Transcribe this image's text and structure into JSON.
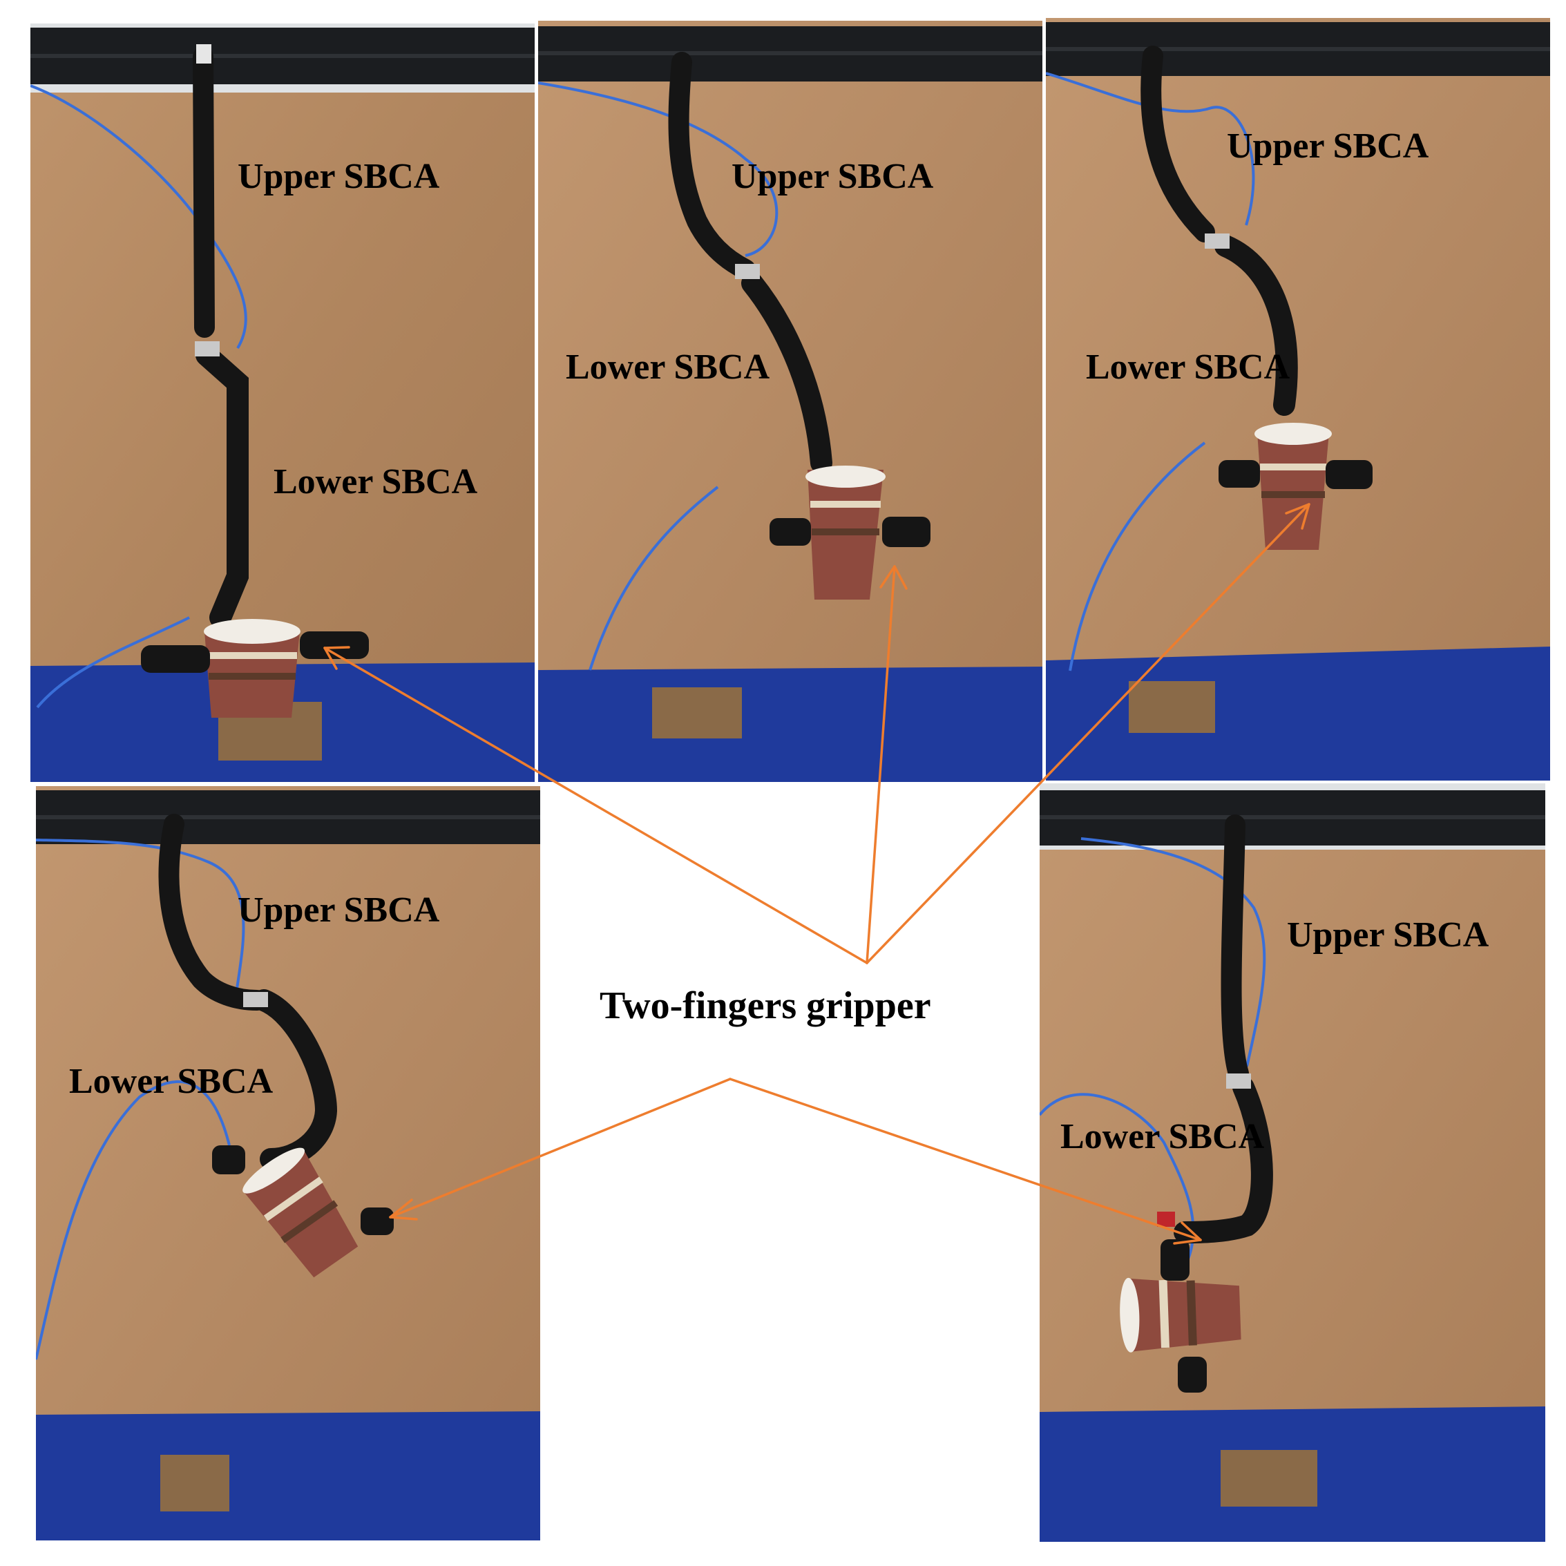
{
  "figure": {
    "center_label": "Two-fingers gripper",
    "panels": [
      {
        "id": "panel-1",
        "upper_label": "Upper SBCA",
        "lower_label": "Lower SBCA"
      },
      {
        "id": "panel-2",
        "upper_label": "Upper SBCA",
        "lower_label": "Lower SBCA"
      },
      {
        "id": "panel-3",
        "upper_label": "Upper SBCA",
        "lower_label": "Lower SBCA"
      },
      {
        "id": "panel-4",
        "upper_label": "Upper SBCA",
        "lower_label": "Lower SBCA"
      },
      {
        "id": "panel-5",
        "upper_label": "Upper SBCA",
        "lower_label": "Lower SBCA"
      }
    ],
    "colors": {
      "arrow": "#ee7d2e",
      "wall": "#b58a63",
      "floor": "#1f3a9c",
      "actuator": "#151515",
      "tube": "#3a6fd8",
      "rail": "#1b1d20"
    }
  }
}
